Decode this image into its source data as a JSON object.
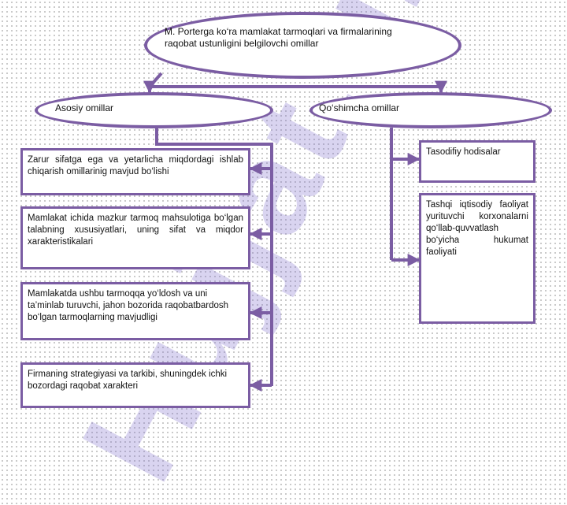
{
  "title": "M. Porterga ko‘ra mamlakat  tarmoqlari va firmalarining raqobat  ustunligini belgilovchi omillar",
  "main_factors": {
    "label": "Asosiy omillar",
    "items": [
      "Zarur sifatga ega va yetarlicha miqdordagi ishlab chiqarish omillarinig mavjud bo‘lishi",
      "Mamlakat ichida mazkur tarmoq mahsulotiga bo‘lgan talabning xususiyatlari, uning sifat va miqdor xarakteristikalari",
      "Mamlakatda ushbu tarmoqqa yo‘ldosh va uni ta’minlab turuvchi, jahon bozorida raqobatbardosh bo‘lgan tarmoqlarning mavjudligi",
      "Firmaning strategiyasi va tarkibi, shuningdek ichki bozordagi raqobat xarakteri"
    ]
  },
  "additional_factors": {
    "label": "Qo‘shimcha omillar",
    "items": [
      "Tasodifiy hodisalar",
      "Tashqi iqtisodiy faoliyat yurituvchi korxonalarni qo‘llab-quvvatlash bo‘yicha hukumat faoliyati"
    ]
  },
  "watermark": "Hujjat.uz",
  "colors": {
    "accent": "#7b5da3",
    "watermark": "#7864c8"
  }
}
